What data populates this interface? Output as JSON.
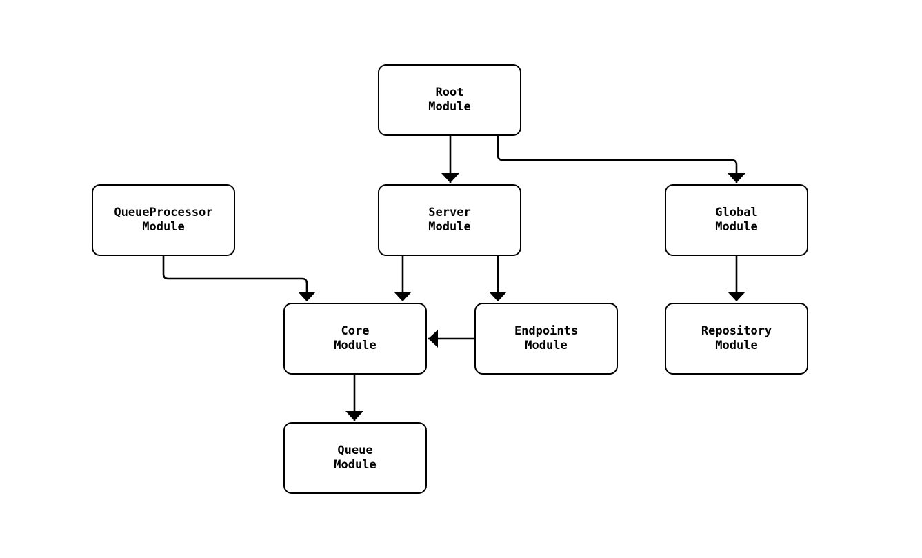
{
  "diagram": {
    "type": "flowchart",
    "background_color": "#ffffff",
    "node_fill_color": "#ffffff",
    "node_border_color": "#000000",
    "edge_color": "#000000",
    "text_color": "#000000",
    "nodes": [
      {
        "id": "root-module",
        "label": "Root\nModule"
      },
      {
        "id": "server-module",
        "label": "Server\nModule"
      },
      {
        "id": "global-module",
        "label": "Global\nModule"
      },
      {
        "id": "queueprocessor-module",
        "label": "QueueProcessor\nModule"
      },
      {
        "id": "core-module",
        "label": "Core\nModule"
      },
      {
        "id": "endpoints-module",
        "label": "Endpoints\nModule"
      },
      {
        "id": "repository-module",
        "label": "Repository\nModule"
      },
      {
        "id": "queue-module",
        "label": "Queue\nModule"
      }
    ],
    "edges": [
      {
        "from": "Root Module",
        "to": "Server Module"
      },
      {
        "from": "Root Module",
        "to": "Global Module"
      },
      {
        "from": "QueueProcessor Module",
        "to": "Core Module"
      },
      {
        "from": "Server Module",
        "to": "Core Module"
      },
      {
        "from": "Server Module",
        "to": "Endpoints Module"
      },
      {
        "from": "Endpoints Module",
        "to": "Core Module"
      },
      {
        "from": "Global Module",
        "to": "Repository Module"
      },
      {
        "from": "Core Module",
        "to": "Queue Module"
      }
    ]
  }
}
